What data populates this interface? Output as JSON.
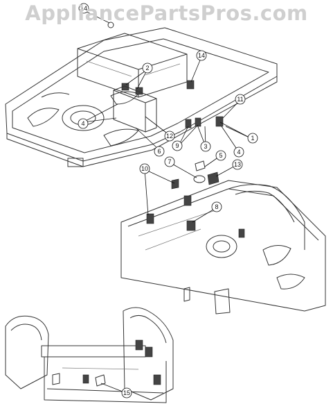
{
  "watermark": "AppliancePartsPros.com",
  "callouts": [
    {
      "label": "14",
      "target": "top-left"
    },
    {
      "label": "2"
    },
    {
      "label": "14",
      "target": "right"
    },
    {
      "label": "4",
      "target": "left"
    },
    {
      "label": "12"
    },
    {
      "label": "6"
    },
    {
      "label": "11"
    },
    {
      "label": "1"
    },
    {
      "label": "9"
    },
    {
      "label": "3"
    },
    {
      "label": "4",
      "target": "right"
    },
    {
      "label": "5"
    },
    {
      "label": "7"
    },
    {
      "label": "13"
    },
    {
      "label": "10"
    },
    {
      "label": "8"
    },
    {
      "label": "15"
    }
  ],
  "colors": {
    "watermark": "#cfcfcf",
    "line_art": "#333333",
    "background": "#ffffff"
  }
}
